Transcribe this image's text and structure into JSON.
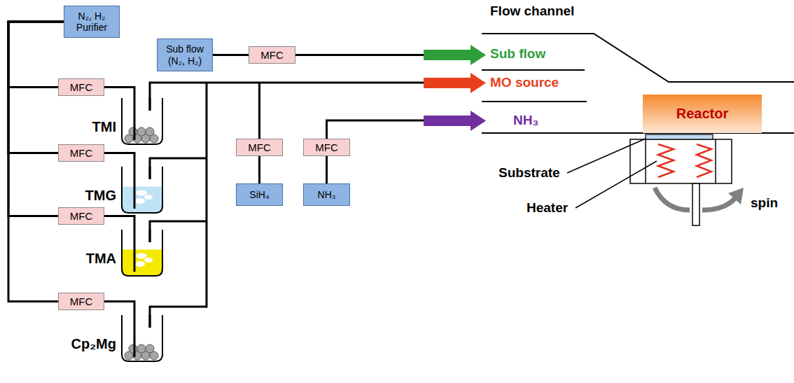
{
  "diagram": {
    "nodes": [
      {
        "text": [
          "N₂, H₂ Purifier"
        ]
      },
      {
        "text": [
          "Sub flow (N₂, H₂)"
        ]
      },
      {
        "text": [
          "MFC"
        ]
      },
      {
        "text": [
          "MFC"
        ]
      },
      {
        "text": [
          "TMI"
        ]
      },
      {
        "text": [
          "MFC"
        ]
      },
      {
        "text": [
          "TMG"
        ]
      },
      {
        "text": [
          "MFC"
        ]
      },
      {
        "text": [
          "TMA"
        ]
      },
      {
        "text": [
          "MFC"
        ]
      },
      {
        "text": [
          "Cp₂Mg"
        ]
      },
      {
        "text": [
          "MFC"
        ]
      },
      {
        "text": [
          "SiH₄"
        ]
      },
      {
        "text": [
          "MFC"
        ]
      },
      {
        "text": [
          "NH₃"
        ]
      },
      {
        "text": [
          "Reactor"
        ]
      }
    ],
    "edges": [
      {
        "from": 0,
        "to": 3,
        "arrow": "none"
      },
      {
        "from": 0,
        "to": 5,
        "arrow": "none"
      },
      {
        "from": 0,
        "to": 7,
        "arrow": "none"
      },
      {
        "from": 0,
        "to": 9,
        "arrow": "none"
      },
      {
        "from": 3,
        "to": 4,
        "arrow": "none"
      },
      {
        "from": 5,
        "to": 6,
        "arrow": "none"
      },
      {
        "from": 7,
        "to": 8,
        "arrow": "none"
      },
      {
        "from": 9,
        "to": 10,
        "arrow": "none"
      },
      {
        "from": 1,
        "to": 2,
        "arrow": "none"
      },
      {
        "from": 11,
        "to": 12,
        "arrow": "none"
      },
      {
        "from": 13,
        "to": 14,
        "arrow": "none"
      }
    ],
    "labels": [
      "Flow channel",
      "Sub flow",
      "MO source",
      "NH₃",
      "Substrate",
      "Heater",
      "spin"
    ]
  }
}
